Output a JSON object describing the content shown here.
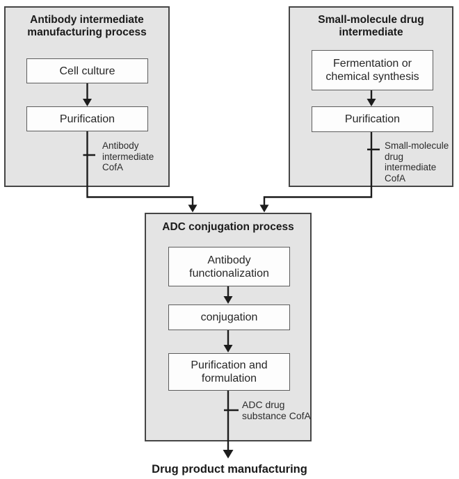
{
  "diagram_type": "flowchart",
  "colors": {
    "panel_fill": "#e4e4e4",
    "panel_border": "#454545",
    "step_fill": "#fdfdfd",
    "step_border": "#5c5c5c",
    "line_color": "#1c1c1c"
  },
  "panels": {
    "antibody": {
      "title": "Antibody intermediate\nmanufacturing process",
      "steps": {
        "cell_culture": "Cell culture",
        "purification": "Purification"
      },
      "cofa": "Antibody\nintermediate\nCofA"
    },
    "small_molecule": {
      "title": "Small-molecule drug\nintermediate",
      "steps": {
        "fermentation": "Fermentation or\nchemical synthesis",
        "purification": "Purification"
      },
      "cofa": "Small-molecule\ndrug\nintermediate\nCofA"
    },
    "adc": {
      "title": "ADC conjugation process",
      "steps": {
        "functionalization": "Antibody\nfunctionalization",
        "conjugation": "conjugation",
        "purification_formulation": "Purification and\nformulation"
      },
      "cofa": "ADC drug\nsubstance CofA"
    }
  },
  "footer": "Drug product manufacturing"
}
